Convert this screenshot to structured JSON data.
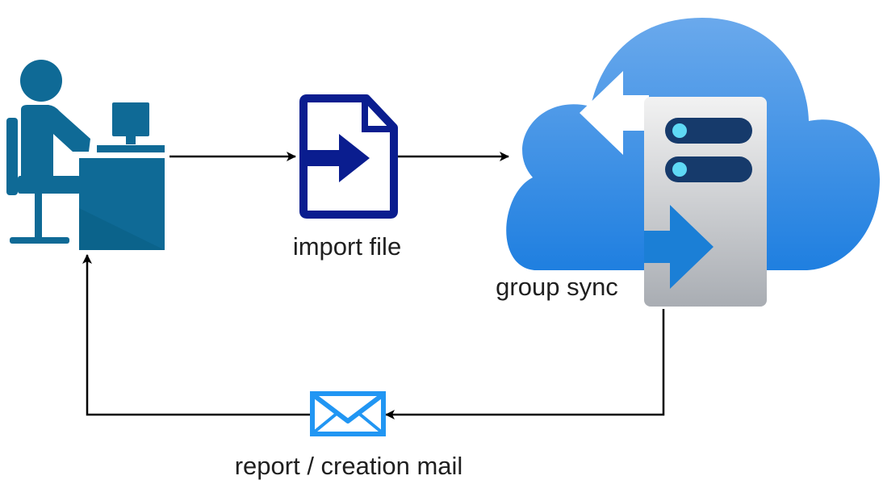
{
  "nodes": {
    "user": {
      "icon": "user-at-desk-icon"
    },
    "import_file": {
      "icon": "import-file-icon",
      "label": "import file"
    },
    "group_sync": {
      "icon": "cloud-sync-server-icon",
      "label": "group sync"
    },
    "mail": {
      "icon": "envelope-icon",
      "label": "report / creation mail"
    }
  },
  "edges": [
    {
      "from": "user",
      "to": "import_file"
    },
    {
      "from": "import_file",
      "to": "group_sync"
    },
    {
      "from": "group_sync",
      "to": "mail"
    },
    {
      "from": "mail",
      "to": "user"
    }
  ],
  "colors": {
    "user_icon": "#0f6a96",
    "file_icon": "#0a1d8f",
    "cloud": "#3f8fe6",
    "server_panel": "#e6e6e6",
    "server_pill": "#163a6b",
    "server_led": "#5fd9f5",
    "arrow_blue": "#1b7fd6",
    "envelope": "#2196f3",
    "connector": "#000000"
  }
}
